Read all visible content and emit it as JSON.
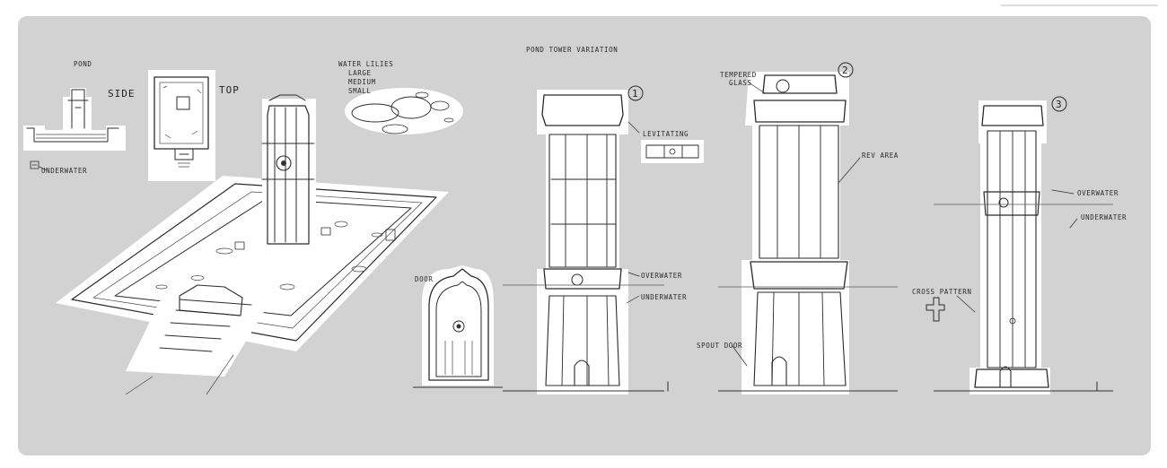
{
  "sheet": {
    "background": "#d2d2d2",
    "paper_color": "#ffffff",
    "ink_color": "#2b2b2b"
  },
  "labels": {
    "pond_title": "POND",
    "side": "SIDE",
    "top": "TOP",
    "underwater_small": "UNDERWATER",
    "water_lilies": [
      "WATER LILIES",
      "LARGE",
      "MEDIUM",
      "SMALL"
    ],
    "section_title": "POND TOWER VARIATION",
    "door": "DOOR",
    "num1": "1",
    "num2": "2",
    "num3": "3",
    "levitating": "LEVITATING",
    "overwater_1": "OVERWATER",
    "underwater_1": "UNDERWATER",
    "tempered_glass": [
      "TEMPERED",
      "GLASS"
    ],
    "rev_area": "REV AREA",
    "spout_door": "SPOUT DOOR",
    "overwater_3": "OVERWATER",
    "underwater_3": "UNDERWATER",
    "cross_pattern": "CROSS PATTERN"
  }
}
